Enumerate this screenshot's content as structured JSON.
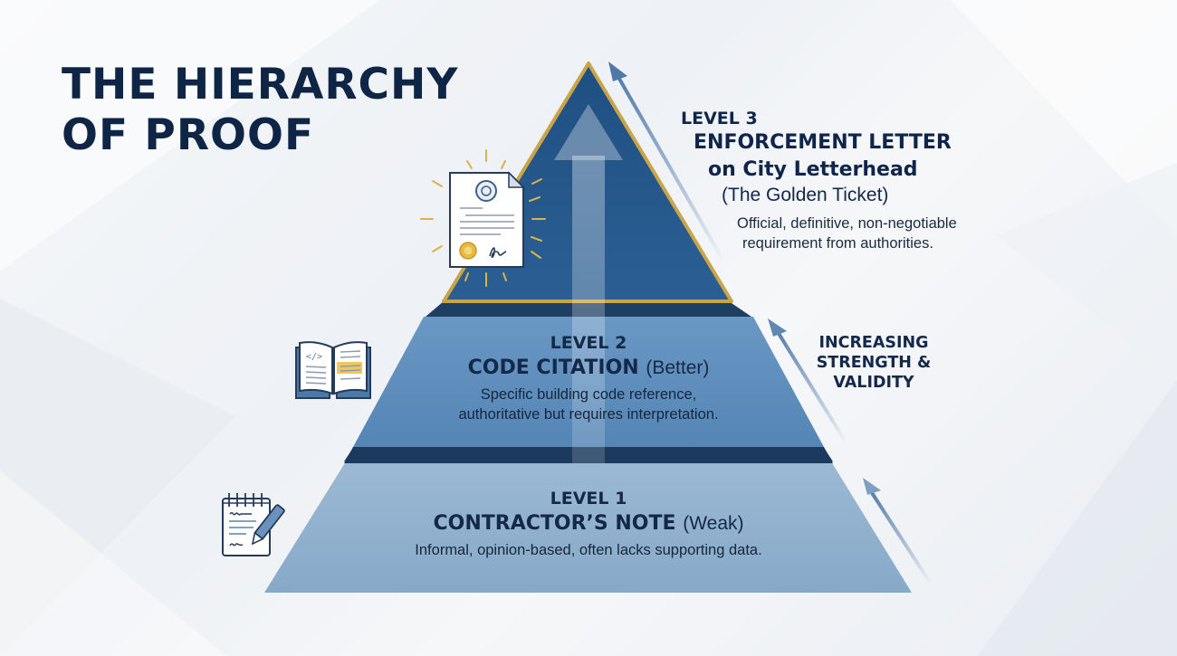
{
  "title": {
    "line1": "THE HIERARCHY",
    "line2": "OF PROOF"
  },
  "levels": [
    {
      "level_label": "LEVEL 1",
      "title": "CONTRACTOR’S NOTE",
      "qualifier": "(Weak)",
      "description": "Informal, opinion-based, often lacks supporting data.",
      "icon": "notepad-pencil-icon",
      "color": "#8fb0cc"
    },
    {
      "level_label": "LEVEL 2",
      "title": "CODE CITATION",
      "qualifier": "(Better)",
      "description_line1": "Specific building code reference,",
      "description_line2": "authoritative but requires interpretation.",
      "icon": "open-code-book-icon",
      "color": "#5f8fbd"
    },
    {
      "level_label": "LEVEL 3",
      "title_line1": "ENFORCEMENT LETTER",
      "title_line2": "on City Letterhead",
      "subtitle": "(The Golden Ticket)",
      "description_line1": "Official, definitive, non-negotiable",
      "description_line2": "requirement from authorities.",
      "icon": "official-certificate-icon",
      "color": "#275a8c",
      "border_color": "#c9a54a"
    }
  ],
  "side_label": {
    "line1": "INCREASING",
    "line2": "STRENGTH &",
    "line3": "VALIDITY"
  },
  "colors": {
    "title": "#0f2545",
    "arrow": "#5a82ad",
    "gold": "#c9a54a",
    "shadow": "#1e3e62"
  }
}
